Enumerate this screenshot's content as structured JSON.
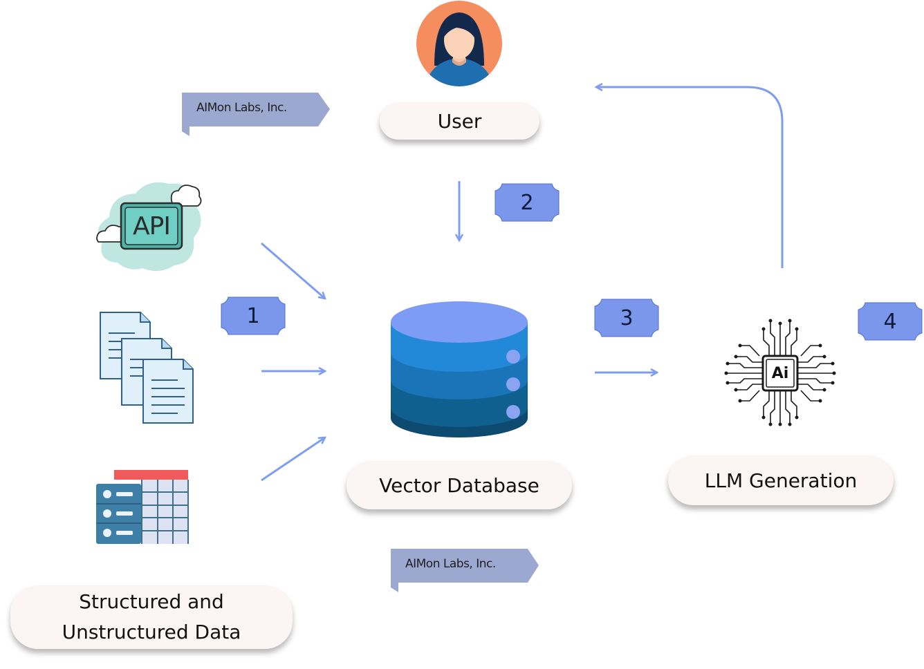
{
  "nodes": {
    "user": "User",
    "vector_db": "Vector Database",
    "llm": "LLM Generation",
    "data_line1": "Structured and",
    "data_line2": "Unstructured Data"
  },
  "watermarks": [
    "AIMon Labs, Inc.",
    "AIMon Labs, Inc."
  ],
  "steps": [
    "1",
    "2",
    "3",
    "4"
  ],
  "icon_labels": {
    "api": "API",
    "ai_chip": "Ai"
  },
  "colors": {
    "arrow": "#7f9cf0",
    "badge": "#7b97ec",
    "ribbon": "#9ba8cf",
    "db_top": "#7d9cf6",
    "db_mid": "#1f7fcf",
    "avatar_bg": "#f58d5f"
  }
}
